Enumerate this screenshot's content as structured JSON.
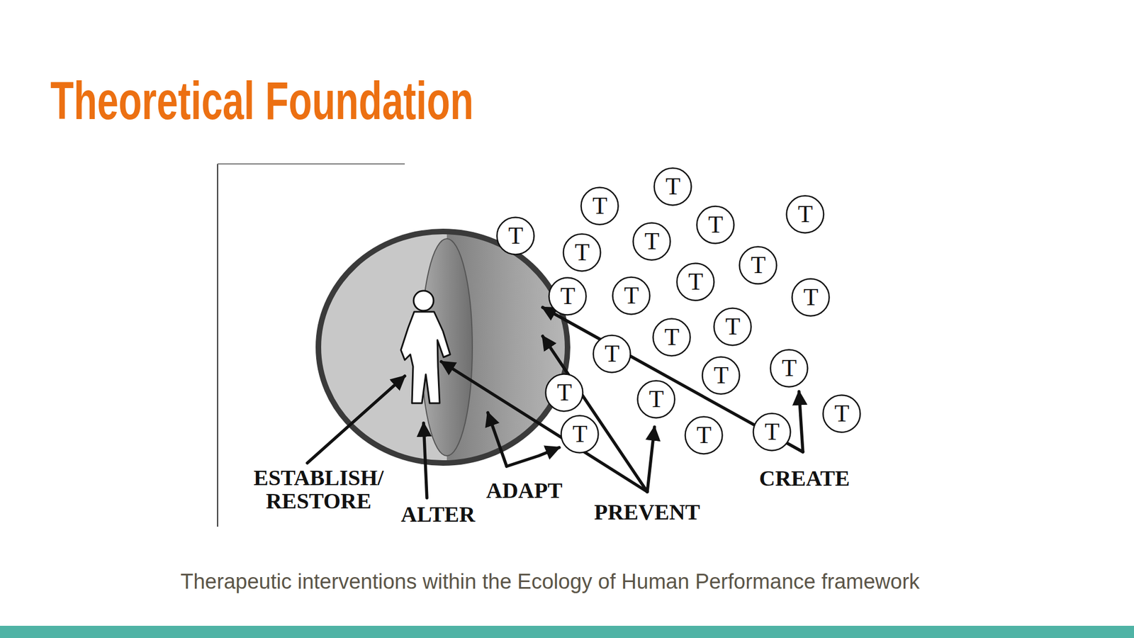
{
  "diagram": {
    "title": "Theoretical Foundation",
    "caption": "Therapeutic interventions within the Ecology of Human Performance framework",
    "nodes": [
      {
        "text": [
          "T"
        ]
      },
      {
        "text": [
          "T"
        ]
      },
      {
        "text": [
          "T"
        ]
      },
      {
        "text": [
          "T"
        ]
      },
      {
        "text": [
          "T"
        ]
      },
      {
        "text": [
          "T"
        ]
      },
      {
        "text": [
          "T"
        ]
      },
      {
        "text": [
          "T"
        ]
      },
      {
        "text": [
          "T"
        ]
      },
      {
        "text": [
          "T"
        ]
      },
      {
        "text": [
          "T"
        ]
      },
      {
        "text": [
          "T"
        ]
      },
      {
        "text": [
          "T"
        ]
      },
      {
        "text": [
          "T"
        ]
      },
      {
        "text": [
          "T"
        ]
      },
      {
        "text": [
          "T"
        ]
      },
      {
        "text": [
          "T"
        ]
      },
      {
        "text": [
          "T"
        ]
      },
      {
        "text": [
          "T"
        ]
      },
      {
        "text": [
          "T"
        ]
      },
      {
        "text": [
          "T"
        ]
      },
      {
        "text": [
          "T"
        ]
      },
      {
        "text": [
          "T"
        ]
      }
    ],
    "labels": [
      "ESTABLISH/ RESTORE",
      "ALTER",
      "ADAPT",
      "PREVENT",
      "CREATE"
    ]
  }
}
